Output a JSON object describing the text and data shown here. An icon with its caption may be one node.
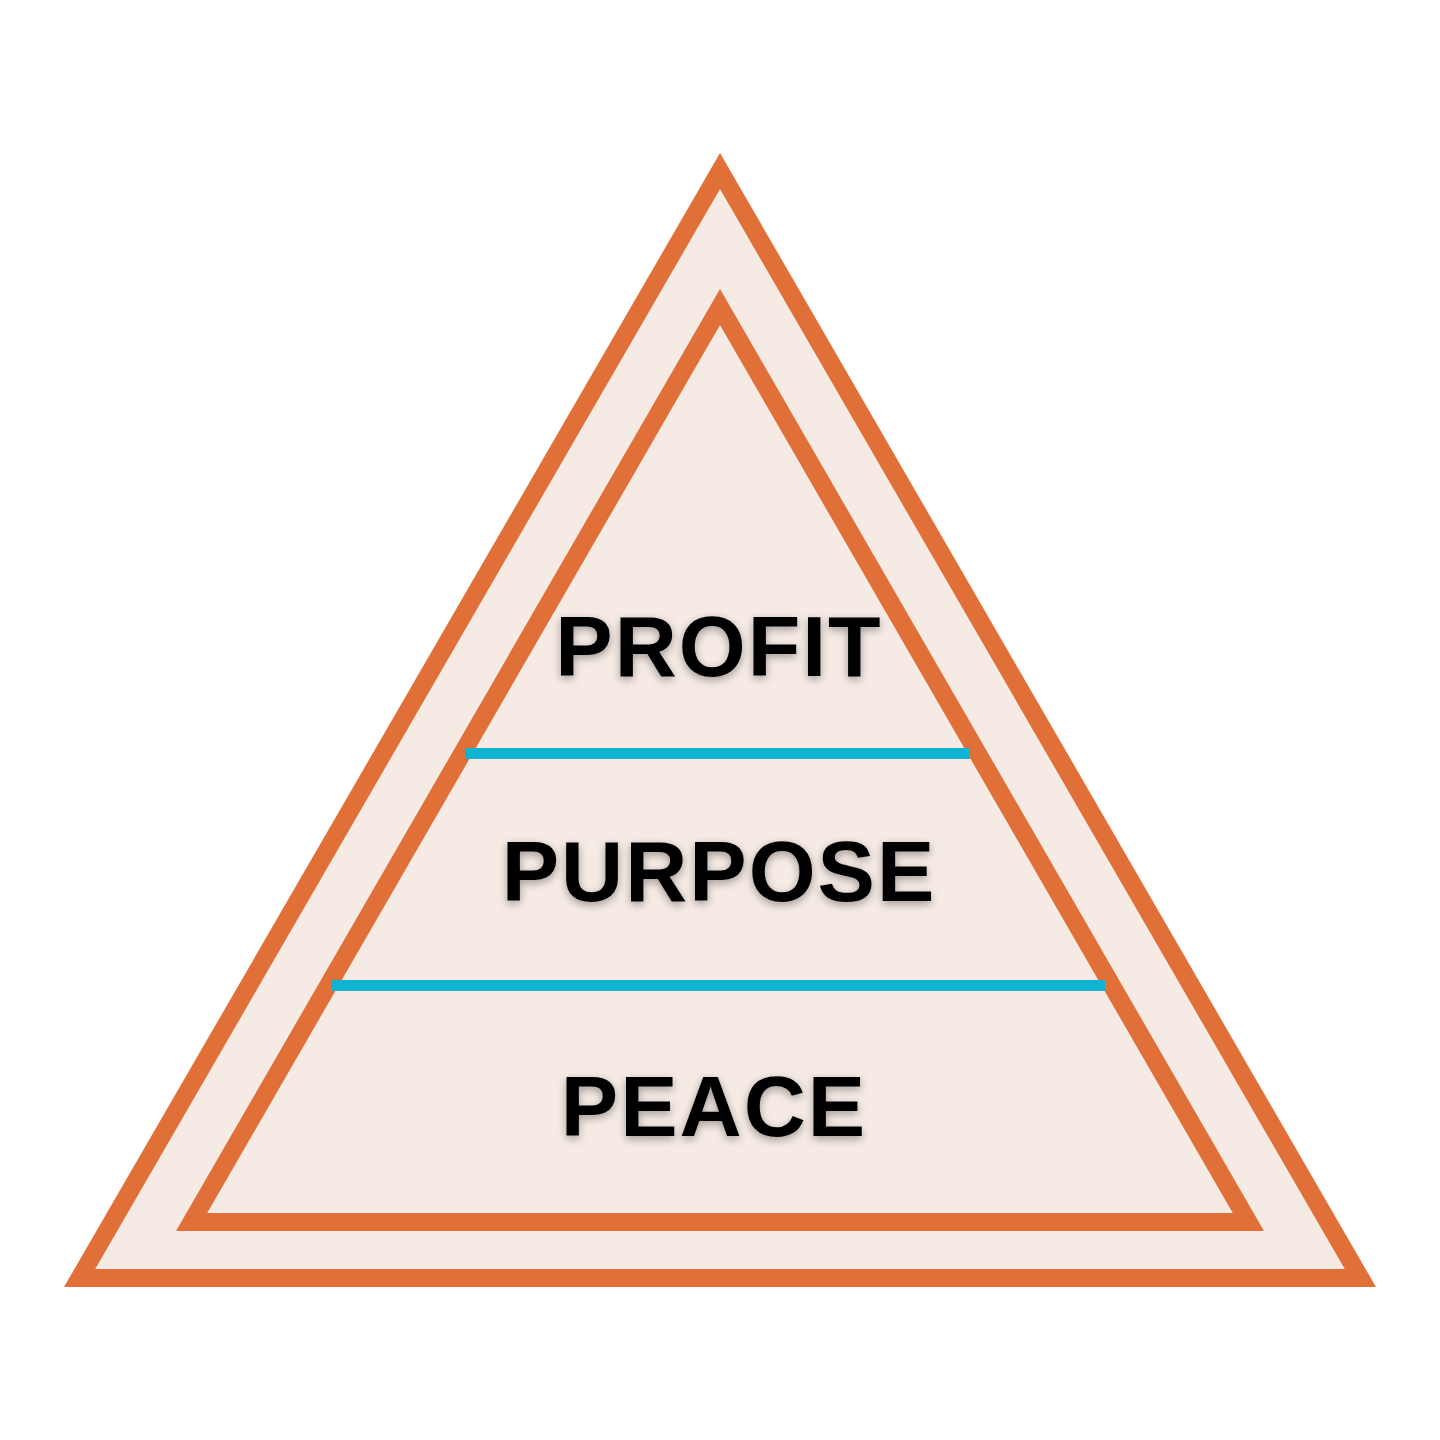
{
  "diagram": {
    "nodes": [
      {
        "text": [],
        "shape": "triangle"
      },
      {
        "text": [],
        "shape": "triangle",
        "in": 0
      },
      {
        "text": [
          "PROFIT"
        ],
        "in": 1
      },
      {
        "text": [
          "PURPOSE"
        ],
        "in": 1
      },
      {
        "text": [
          "PEACE"
        ],
        "in": 1
      }
    ]
  }
}
